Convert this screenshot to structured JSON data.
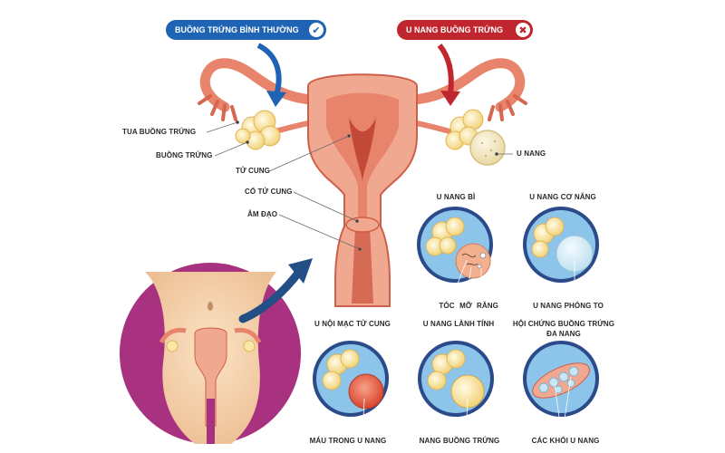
{
  "badges": {
    "normal": {
      "label": "BUỒNG TRỨNG BÌNH THƯỜNG",
      "icon": "check-icon",
      "color": "#1f63b5"
    },
    "cyst": {
      "label": "U NANG BUỒNG TRỨNG",
      "icon": "close-icon",
      "color": "#c0262d"
    }
  },
  "anatomy": {
    "fimbriae": "TUA BUỒNG TRỨNG",
    "ovary": "BUỒNG TRỨNG",
    "uterus": "TỬ CUNG",
    "cervix": "CỔ TỬ CUNG",
    "vagina": "ÂM ĐẠO",
    "cyst": "U NANG"
  },
  "types": {
    "dermoid": {
      "title": "U NANG BÌ",
      "hair": "TÓC",
      "fat": "MỠ",
      "teeth": "RĂNG"
    },
    "functional": {
      "title": "U NANG CƠ NĂNG",
      "caption": "U NANG PHÓNG TO"
    },
    "endometrioma": {
      "title": "U NỘI MẠC TỬ CUNG",
      "caption": "MÁU TRONG U NANG"
    },
    "benign": {
      "title": "U NANG LÀNH TÍNH",
      "caption": "NANG BUỒNG TRỨNG"
    },
    "pcos": {
      "title": "HỘI CHỨNG BUỒNG TRỨNG",
      "title2": "ĐA NANG",
      "caption": "CÁC KHỐI U NANG"
    }
  },
  "colors": {
    "tissue": "#e8846b",
    "tissue_dark": "#cf5e48",
    "ovary": "#fbe7a6",
    "circle_bg": "#2b4a8a",
    "skin": "#f5d2ad",
    "purple": "#a8327f"
  }
}
